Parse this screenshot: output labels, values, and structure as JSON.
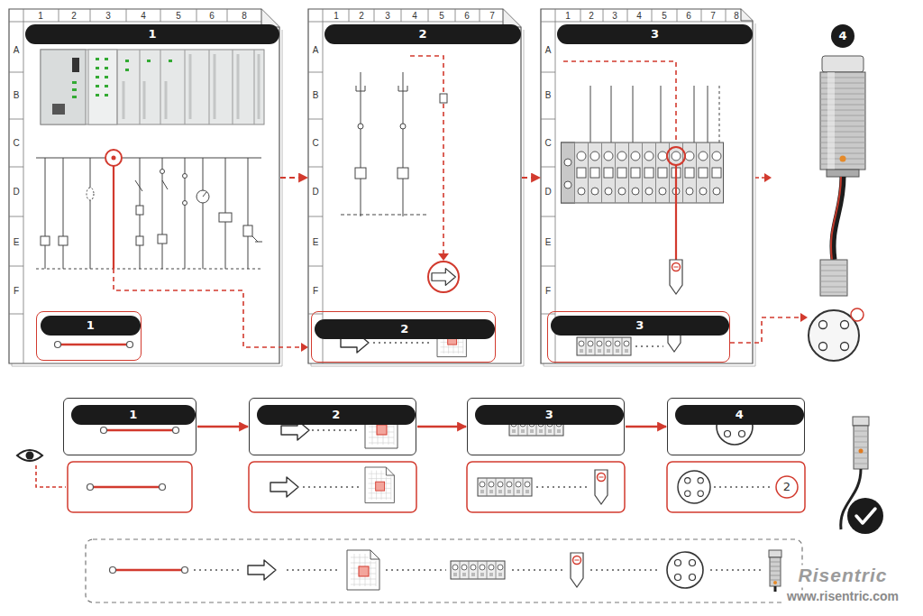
{
  "diagram": {
    "nodes": [
      {
        "text": [
          "1"
        ]
      },
      {
        "text": [
          "1"
        ],
        "in": 0
      },
      {
        "text": [
          "2"
        ]
      },
      {
        "text": [
          "2"
        ],
        "in": 2
      },
      {
        "text": [
          "3"
        ]
      },
      {
        "text": [
          "3"
        ],
        "in": 4
      },
      {
        "text": [
          "4"
        ]
      },
      {
        "text": [
          "1"
        ]
      },
      {
        "text": [
          "2"
        ]
      },
      {
        "text": [
          "3"
        ]
      },
      {
        "text": [
          "4"
        ]
      }
    ],
    "edges": [
      {
        "from": 0,
        "to": 2,
        "arrow": "to"
      },
      {
        "from": 2,
        "to": 4,
        "arrow": "to"
      },
      {
        "from": 7,
        "to": 8,
        "arrow": "to"
      },
      {
        "from": 8,
        "to": 9,
        "arrow": "to"
      },
      {
        "from": 9,
        "to": 10,
        "arrow": "to"
      }
    ],
    "labels": [
      "1",
      "2",
      "3",
      "4",
      "5",
      "6",
      "8",
      "A",
      "B",
      "C",
      "D",
      "E",
      "F",
      "1",
      "2",
      "3",
      "4",
      "5",
      "6",
      "7",
      "A",
      "B",
      "C",
      "D",
      "E",
      "F",
      "1",
      "2",
      "3",
      "4",
      "5",
      "6",
      "7",
      "8",
      "A",
      "B",
      "C",
      "D",
      "E",
      "F",
      "2",
      "Risentric",
      "www.risentric.com"
    ]
  }
}
